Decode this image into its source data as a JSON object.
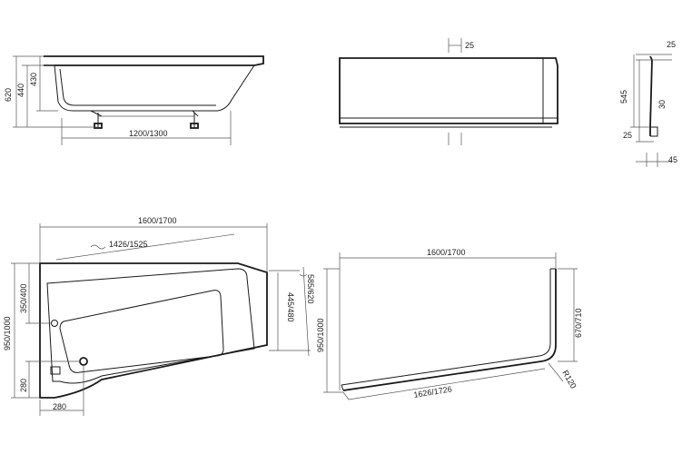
{
  "side_view": {
    "dim_height_total": "620",
    "dim_height_rim": "440",
    "dim_height_body": "430",
    "dim_leg_spacing": "1200/1300"
  },
  "front_panel": {
    "dim_panel_offset": "25"
  },
  "panel_profile": {
    "dim_top": "25",
    "dim_height": "545",
    "dim_lip": "30",
    "dim_foot": "25",
    "dim_depth": "45"
  },
  "bath_plan": {
    "dim_length": "1600/1700",
    "dim_inner_length": "1426/1525",
    "dim_width": "950/1000",
    "dim_narrow_end": "350/400",
    "dim_inner_width": "445/480",
    "dim_outer_width": "585/620",
    "dim_drain_height": "280",
    "dim_drain_offset": "280"
  },
  "panel_plan": {
    "dim_length": "1600/1700",
    "dim_width": "950/1000",
    "dim_side": "670/710",
    "dim_panel_length": "1626/1726",
    "dim_radius": "R120"
  }
}
